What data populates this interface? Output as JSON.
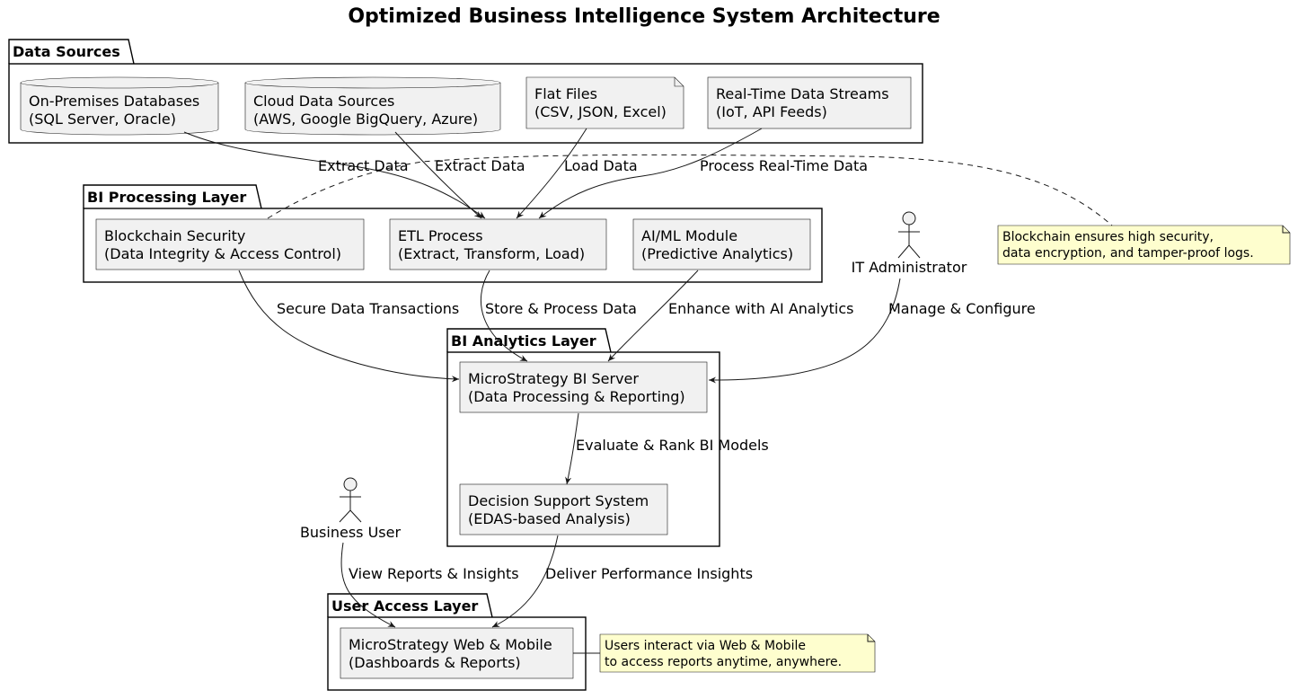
{
  "title": "Optimized Business Intelligence System Architecture",
  "packages": {
    "data_sources": "Data Sources",
    "processing": "BI Processing Layer",
    "analytics": "BI Analytics Layer",
    "user_access": "User Access Layer"
  },
  "nodes": {
    "onprem": {
      "line1": "On-Premises Databases",
      "line2": "(SQL Server, Oracle)"
    },
    "cloud": {
      "line1": "Cloud Data Sources",
      "line2": "(AWS, Google BigQuery, Azure)"
    },
    "flat": {
      "line1": "Flat Files",
      "line2": "(CSV, JSON, Excel)"
    },
    "realtime": {
      "line1": "Real-Time Data Streams",
      "line2": "(IoT, API Feeds)"
    },
    "blockchain": {
      "line1": "Blockchain Security",
      "line2": "(Data Integrity & Access Control)"
    },
    "etl": {
      "line1": "ETL Process",
      "line2": "(Extract, Transform, Load)"
    },
    "aiml": {
      "line1": "AI/ML Module",
      "line2": "(Predictive Analytics)"
    },
    "bi_server": {
      "line1": "MicroStrategy BI Server",
      "line2": "(Data Processing & Reporting)"
    },
    "dss": {
      "line1": "Decision Support System",
      "line2": "(EDAS-based Analysis)"
    },
    "web_mobile": {
      "line1": "MicroStrategy Web & Mobile",
      "line2": "(Dashboards & Reports)"
    }
  },
  "actors": {
    "it_admin": "IT Administrator",
    "business_user": "Business User"
  },
  "edges": {
    "onprem_etl": "Extract Data",
    "cloud_etl": "Extract Data",
    "flat_etl": "Load Data",
    "realtime_etl": "Process Real-Time Data",
    "blockchain_bi": "Secure Data Transactions",
    "etl_bi": "Store & Process Data",
    "aiml_bi": "Enhance with AI Analytics",
    "admin_bi": "Manage & Configure",
    "bi_dss": "Evaluate & Rank BI Models",
    "user_web": "View Reports & Insights",
    "dss_web": "Deliver Performance Insights"
  },
  "notes": {
    "blockchain": {
      "line1": "Blockchain ensures high security,",
      "line2": "data encryption, and tamper-proof logs."
    },
    "users": {
      "line1": "Users interact via Web & Mobile",
      "line2": "to access reports anytime, anywhere."
    }
  },
  "colors": {
    "node_fill": "#f1f1f1",
    "note_fill": "#fefece",
    "line": "#181818",
    "background": "#ffffff"
  }
}
